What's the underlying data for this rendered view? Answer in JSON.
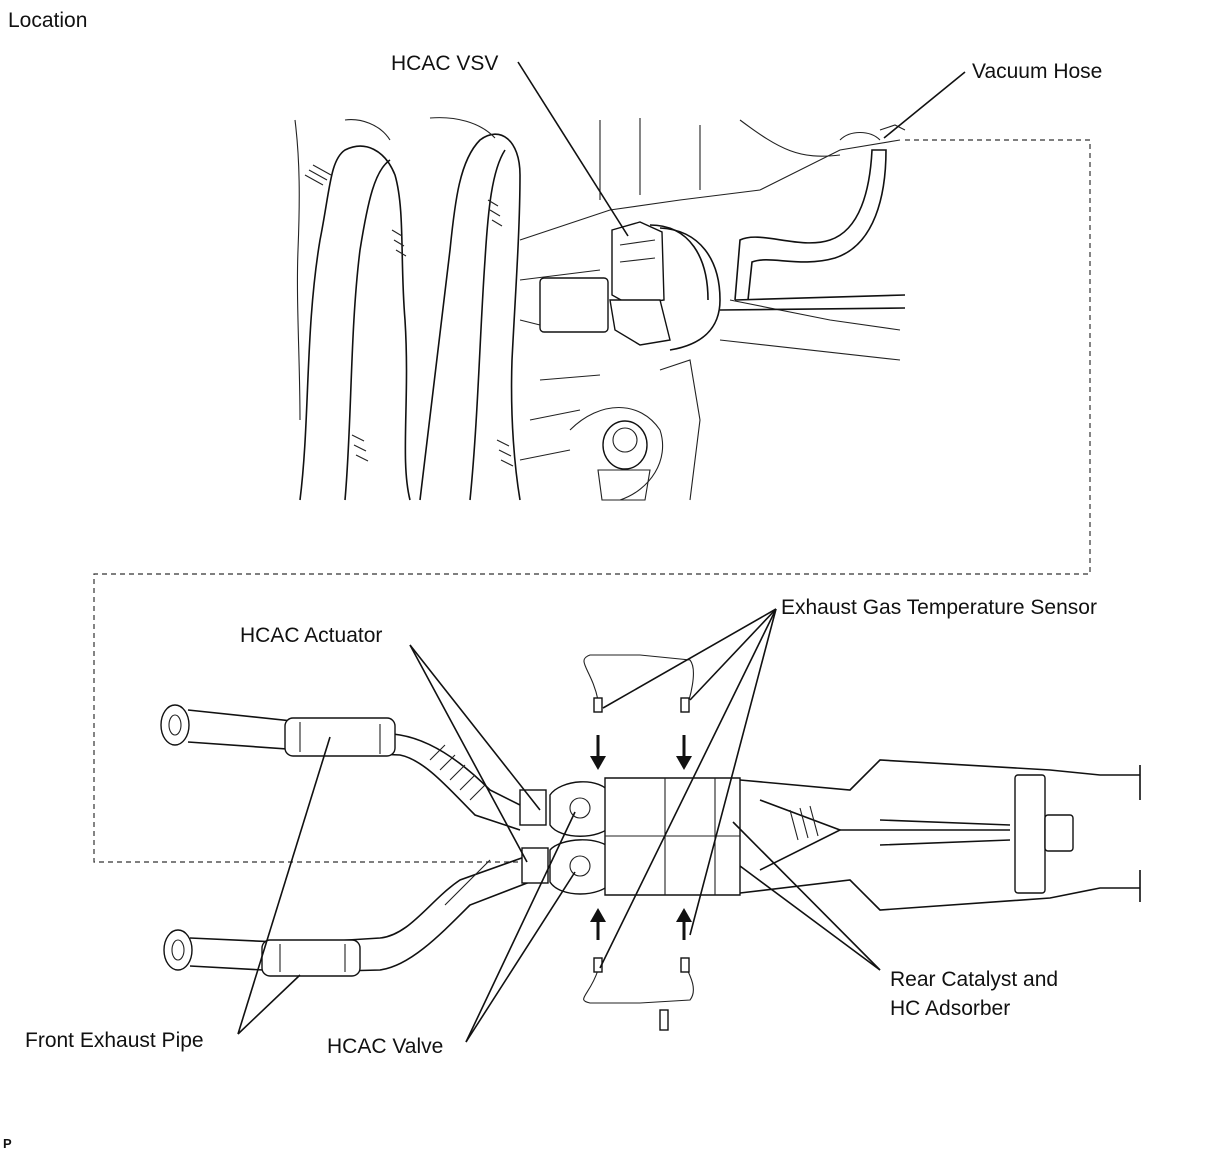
{
  "figure": {
    "title": "Location",
    "footer": "P"
  },
  "labels": {
    "hcac_vsv": "HCAC VSV",
    "vacuum_hose": "Vacuum Hose",
    "exhaust_gas_temperature_sensor": "Exhaust Gas Temperature Sensor",
    "hcac_actuator": "HCAC Actuator",
    "rear_catalyst_line1": "Rear Catalyst and",
    "rear_catalyst_line2": "HC Adsorber",
    "front_exhaust_pipe": "Front Exhaust Pipe",
    "hcac_valve": "HCAC Valve"
  }
}
